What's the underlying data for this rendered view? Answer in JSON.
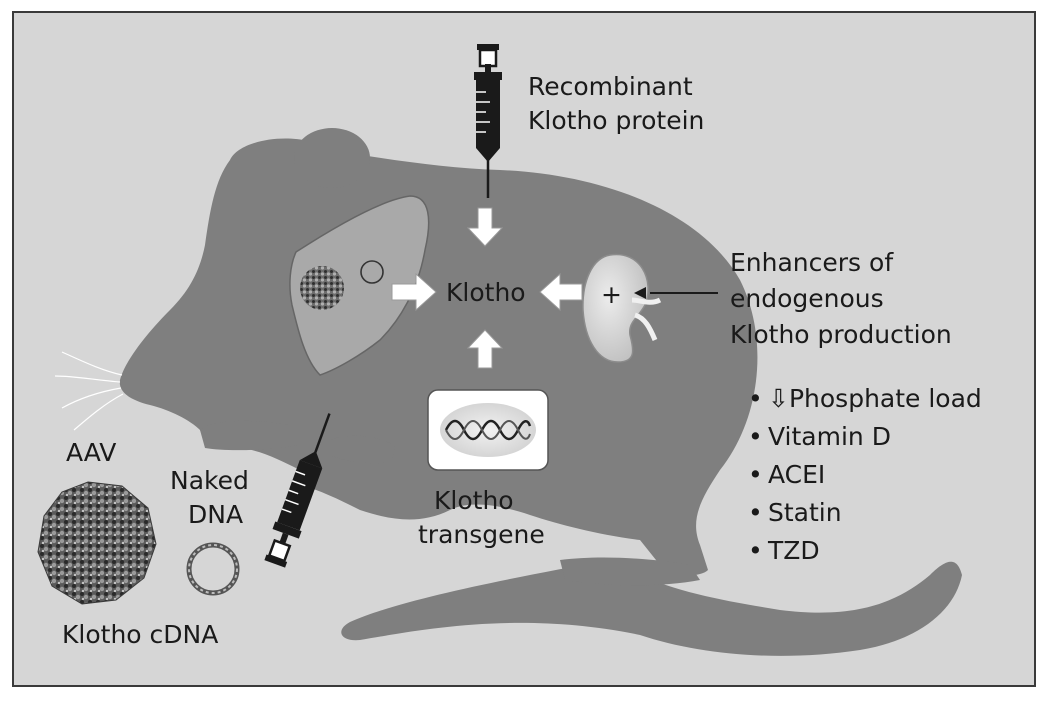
{
  "labels": {
    "protein_line1": "Recombinant",
    "protein_line2": "Klotho protein",
    "klotho": "Klotho",
    "plus": "+",
    "enhancers_line1": "Enhancers of",
    "enhancers_line2": "endogenous",
    "enhancers_line3": "Klotho production",
    "transgene_line1": "Klotho",
    "transgene_line2": "transgene",
    "aav": "AAV",
    "naked_line1": "Naked",
    "naked_line2": "DNA",
    "cdna": "Klotho cDNA"
  },
  "enhancers": [
    {
      "icon": "down-arrow-icon",
      "text": "Phosphate load"
    },
    {
      "text": "Vitamin D"
    },
    {
      "text": "ACEI"
    },
    {
      "text": "Statin"
    },
    {
      "text": "TZD"
    }
  ],
  "colors": {
    "panel_bg": "#d6d6d6",
    "mouse": "#7f7f7f",
    "liver": "#a9a9a9",
    "kidney": "#d2d2d2",
    "arrow": "#ffffff",
    "syringe": "#1a1a1a",
    "text": "#1a1a1a"
  }
}
